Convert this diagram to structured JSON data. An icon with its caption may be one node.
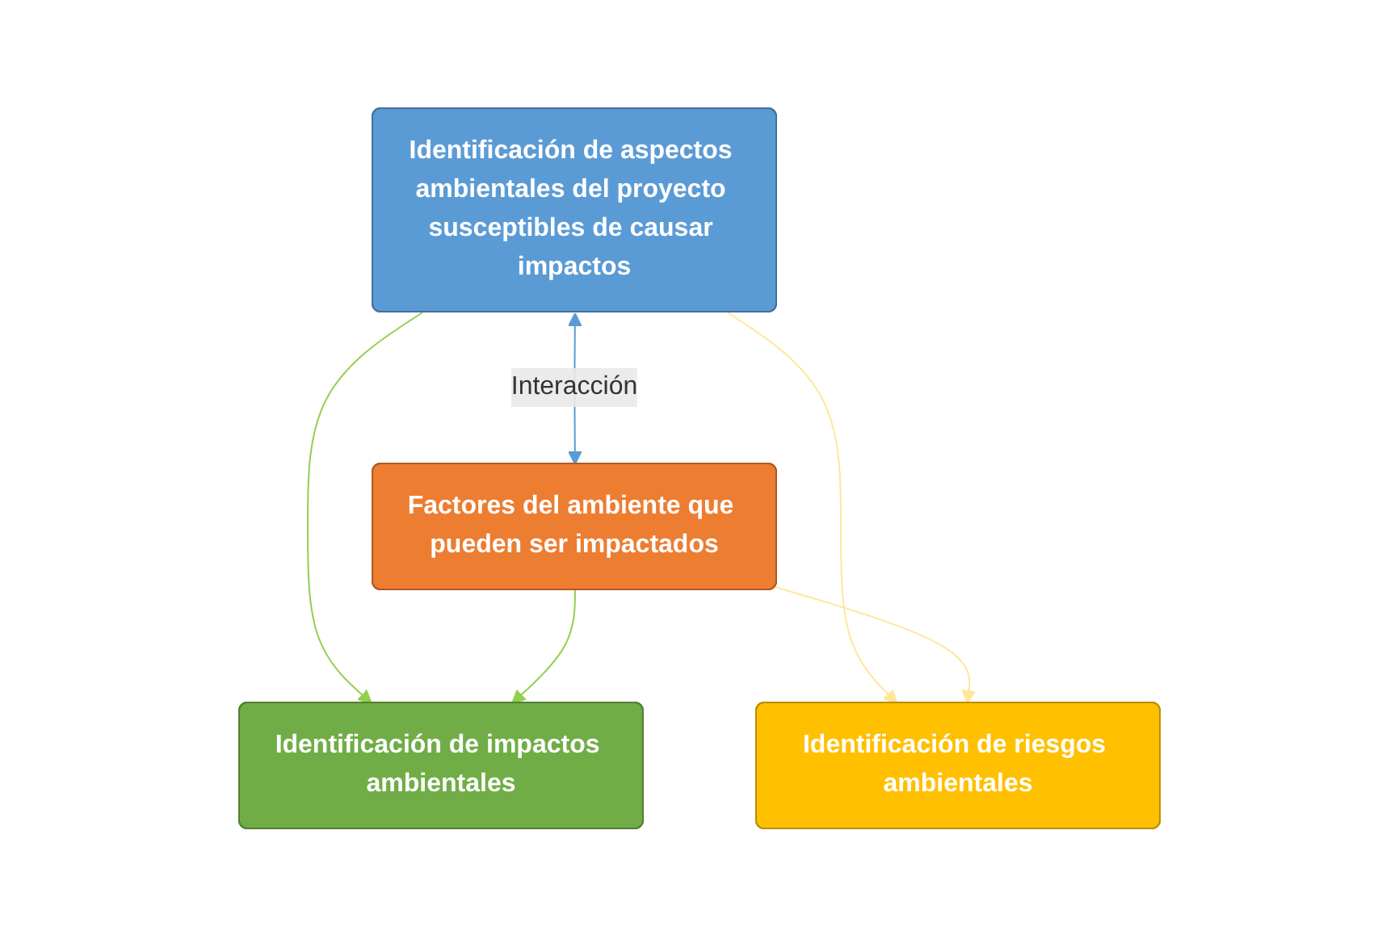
{
  "diagram": {
    "nodes": [
      {
        "text": [
          "Identificación de aspectos ambientales del proyecto susceptibles de causar impactos"
        ]
      },
      {
        "text": [
          "Factores del ambiente que pueden ser impactados"
        ]
      },
      {
        "text": [
          "Identificación de impactos ambientales"
        ]
      },
      {
        "text": [
          "Identificación de riesgos ambientales"
        ]
      }
    ],
    "edges": [
      {
        "from": 0,
        "to": 1,
        "arrow": "both",
        "label": "Interacción",
        "color": "#5b9bd5"
      },
      {
        "from": 0,
        "to": 2,
        "arrow": "to",
        "color": "#92d050"
      },
      {
        "from": 1,
        "to": 2,
        "arrow": "to",
        "color": "#92d050"
      },
      {
        "from": 0,
        "to": 3,
        "arrow": "to",
        "color": "#ffe699"
      },
      {
        "from": 1,
        "to": 3,
        "arrow": "to",
        "color": "#ffe699"
      }
    ]
  }
}
